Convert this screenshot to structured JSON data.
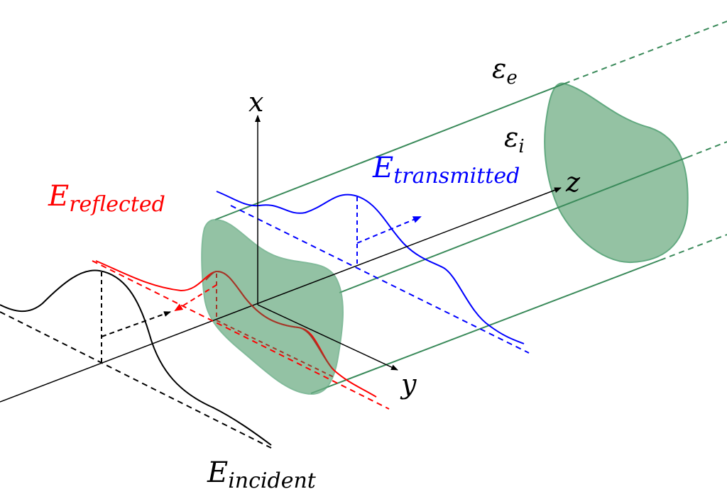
{
  "labels": {
    "x_axis": "x",
    "y_axis": "y",
    "z_axis": "z",
    "eps_e": {
      "base": "ε",
      "sub": "e"
    },
    "eps_i": {
      "base": "ε",
      "sub": "i"
    },
    "e_reflected": {
      "base": "E",
      "sub": "reflected"
    },
    "e_transmitted": {
      "base": "E",
      "sub": "transmitted"
    },
    "e_incident": {
      "base": "E",
      "sub": "incident"
    }
  },
  "colors": {
    "cylinder_fill": "#8fbf9f",
    "cylinder_stroke": "#3a8a5a",
    "reflected": "#ff0000",
    "transmitted": "#0000ff",
    "incident": "#000000",
    "overlap": "#a0392a",
    "axes": "#000000"
  }
}
